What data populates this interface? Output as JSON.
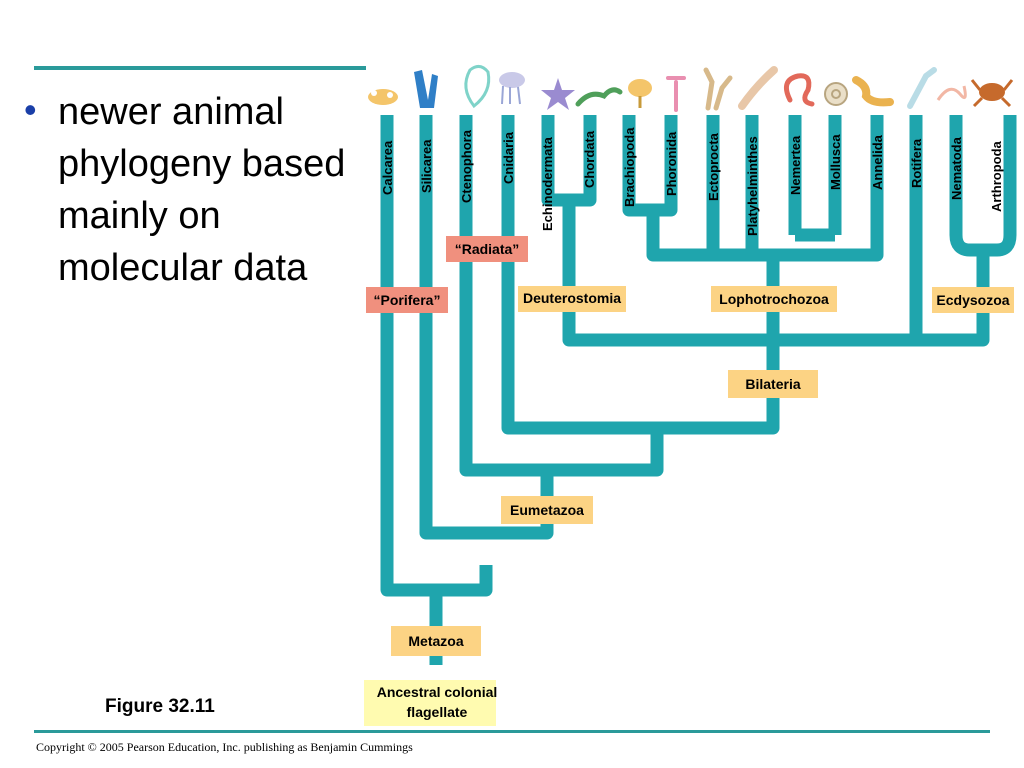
{
  "bullet": {
    "text": "newer animal phylogeny based mainly on molecular data"
  },
  "figure_label": "Figure 32.11",
  "copyright": "Copyright © 2005 Pearson Education, Inc. publishing as Benjamin Cummings",
  "taxa": [
    "Calcarea",
    "Silicarea",
    "Ctenophora",
    "Cnidaria",
    "Echinodermata",
    "Chordata",
    "Brachiopoda",
    "Phoronida",
    "Ectoprocta",
    "Platyhelminthes",
    "Nemertea",
    "Mollusca",
    "Annelida",
    "Rotifera",
    "Nematoda",
    "Arthropoda"
  ],
  "clades": {
    "porifera": "“Porifera”",
    "radiata": "“Radiata”",
    "deuterostomia": "Deuterostomia",
    "lophotrochozoa": "Lophotrochozoa",
    "ecdysozoa": "Ecdysozoa",
    "bilateria": "Bilateria",
    "eumetazoa": "Eumetazoa",
    "metazoa": "Metazoa",
    "ancestor_line1": "Ancestral colonial",
    "ancestor_line2": "flagellate"
  },
  "colors": {
    "branch": "#1fa5ad",
    "clade_box": "#fcd384",
    "group_box": "#f0907e",
    "ancestor_box": "#fffbb0",
    "bullet": "#1a3fa8",
    "rule": "#2a9a9a"
  }
}
